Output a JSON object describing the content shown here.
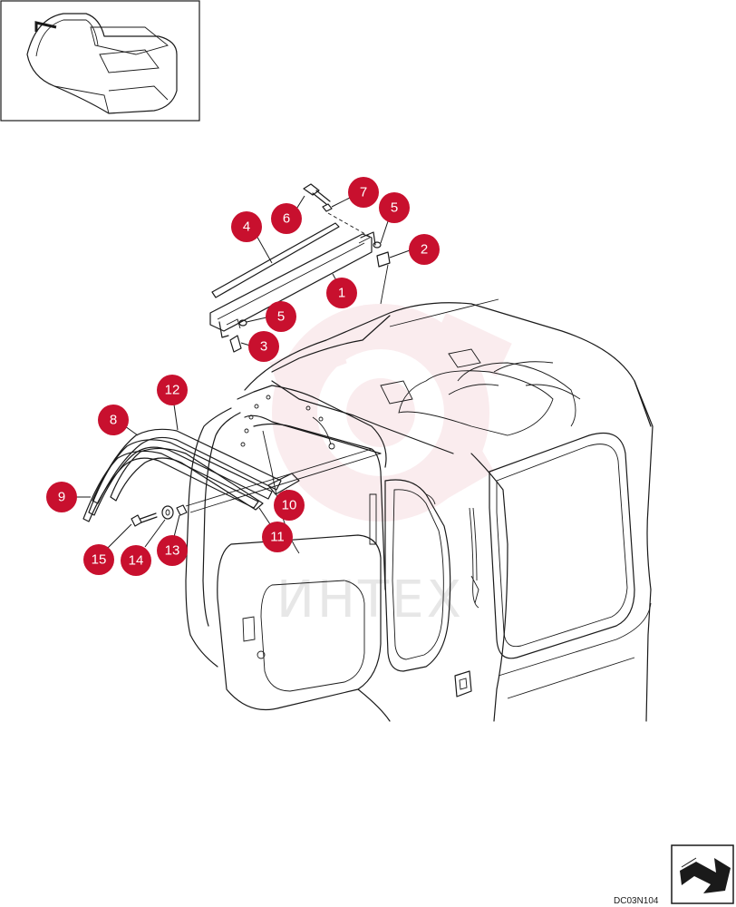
{
  "diagram": {
    "drawing_code": "DC03N104",
    "watermark_text": "ИНТЕХ",
    "callouts": [
      {
        "id": "callout-1",
        "label": "1"
      },
      {
        "id": "callout-2",
        "label": "2"
      },
      {
        "id": "callout-3",
        "label": "3"
      },
      {
        "id": "callout-4",
        "label": "4"
      },
      {
        "id": "callout-5a",
        "label": "5"
      },
      {
        "id": "callout-5b",
        "label": "5"
      },
      {
        "id": "callout-6",
        "label": "6"
      },
      {
        "id": "callout-7",
        "label": "7"
      },
      {
        "id": "callout-8",
        "label": "8"
      },
      {
        "id": "callout-9",
        "label": "9"
      },
      {
        "id": "callout-10",
        "label": "10"
      },
      {
        "id": "callout-11",
        "label": "11"
      },
      {
        "id": "callout-12",
        "label": "12"
      },
      {
        "id": "callout-13",
        "label": "13"
      },
      {
        "id": "callout-14",
        "label": "14"
      },
      {
        "id": "callout-15",
        "label": "15"
      }
    ],
    "colors": {
      "callout_fill": "#c8102e",
      "callout_text": "#ffffff",
      "line": "#1a1a1a",
      "watermark": "#f2c9cf"
    },
    "icons": [
      "location-thumbnail",
      "next-page-arrow-icon"
    ]
  }
}
